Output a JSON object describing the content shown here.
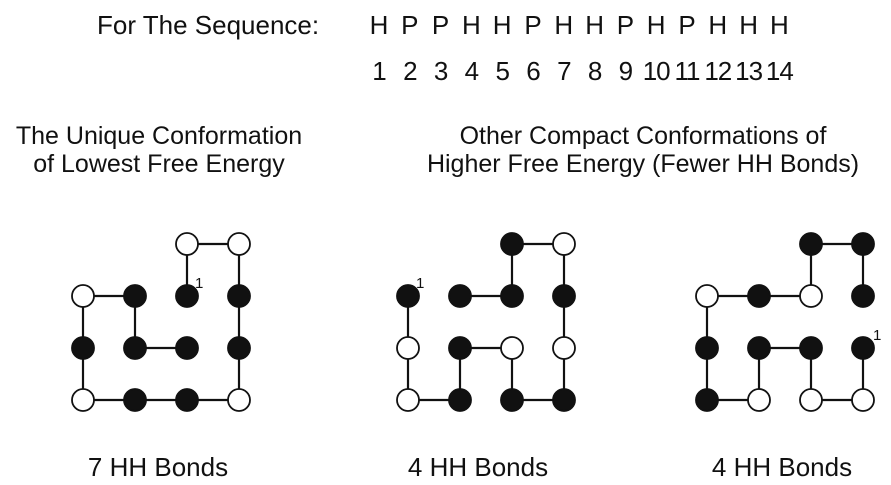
{
  "sequence": {
    "label": "For The Sequence:",
    "residues": [
      "H",
      "P",
      "P",
      "H",
      "H",
      "P",
      "H",
      "H",
      "P",
      "H",
      "P",
      "H",
      "H",
      "H"
    ],
    "numbers": [
      "1",
      "2",
      "3",
      "4",
      "5",
      "6",
      "7",
      "8",
      "9",
      "10",
      "11",
      "12",
      "13",
      "14"
    ]
  },
  "headings": {
    "left": [
      "The Unique Conformation",
      "of Lowest Free Energy"
    ],
    "right": [
      "Other Compact Conformations of",
      "Higher Free Energy (Fewer HH Bonds)"
    ]
  },
  "conformations": [
    {
      "caption": "7 HH Bonds",
      "start_label": "1",
      "chain": [
        [
          2,
          1
        ],
        [
          2,
          0
        ],
        [
          3,
          0
        ],
        [
          3,
          1
        ],
        [
          3,
          2
        ],
        [
          3,
          3
        ],
        [
          2,
          3
        ],
        [
          1,
          3
        ],
        [
          0,
          3
        ],
        [
          0,
          2
        ],
        [
          0,
          1
        ],
        [
          1,
          1
        ],
        [
          1,
          2
        ],
        [
          2,
          2
        ]
      ]
    },
    {
      "caption": "4 HH Bonds",
      "start_label": "1",
      "chain": [
        [
          0,
          1
        ],
        [
          0,
          2
        ],
        [
          0,
          3
        ],
        [
          1,
          3
        ],
        [
          1,
          2
        ],
        [
          2,
          2
        ],
        [
          2,
          3
        ],
        [
          3,
          3
        ],
        [
          3,
          2
        ],
        [
          3,
          1
        ],
        [
          3,
          0
        ],
        [
          2,
          0
        ],
        [
          2,
          1
        ],
        [
          1,
          1
        ]
      ]
    },
    {
      "caption": "4 HH Bonds",
      "start_label": "1",
      "chain": [
        [
          3,
          2
        ],
        [
          3,
          3
        ],
        [
          2,
          3
        ],
        [
          2,
          2
        ],
        [
          1,
          2
        ],
        [
          1,
          3
        ],
        [
          0,
          3
        ],
        [
          0,
          2
        ],
        [
          0,
          1
        ],
        [
          1,
          1
        ],
        [
          2,
          1
        ],
        [
          2,
          0
        ],
        [
          3,
          0
        ],
        [
          3,
          1
        ]
      ]
    }
  ],
  "colors": {
    "H": "#111111",
    "P": "#ffffff",
    "stroke": "#111111"
  }
}
